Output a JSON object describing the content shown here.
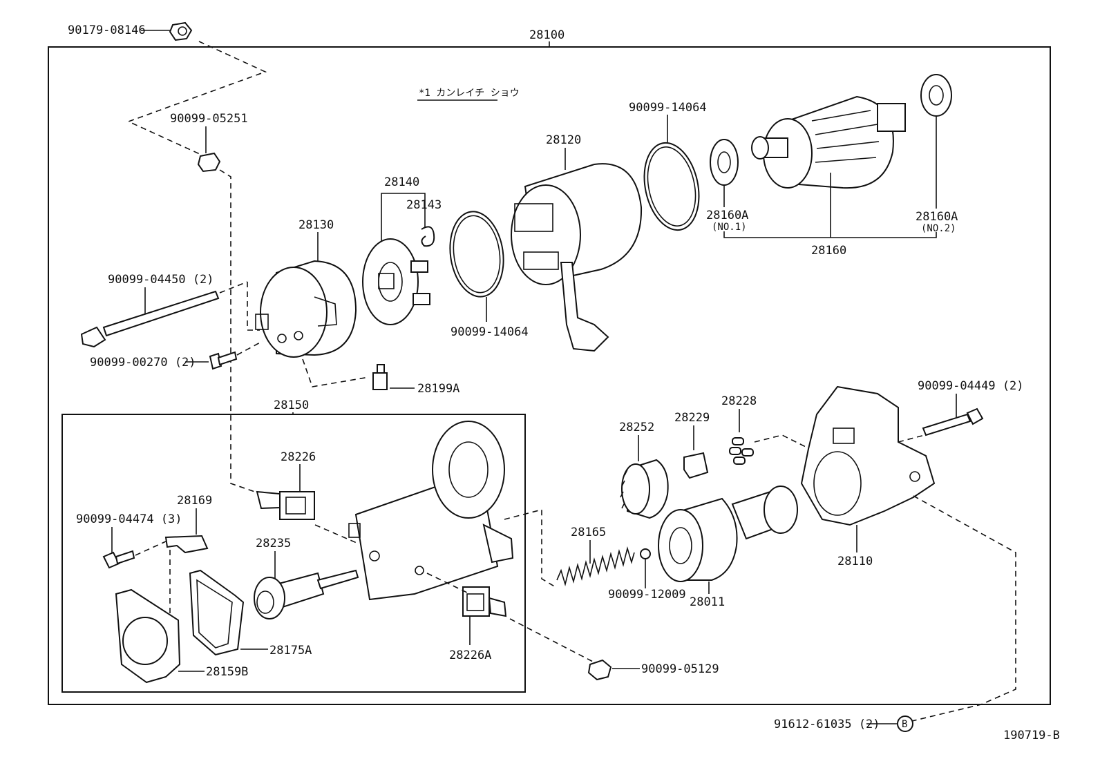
{
  "note": "*1 カンレイチ ショウ",
  "figure_code": "190719-B",
  "labels": {
    "n28100": "28100",
    "n90179_08146": "90179-08146",
    "n90099_05251": "90099-05251",
    "n28120": "28120",
    "n90099_14064_top": "90099-14064",
    "n28140": "28140",
    "n28143": "28143",
    "n28130": "28130",
    "n90099_04450": "90099-04450 (2)",
    "n90099_00270": "90099-00270 (2)",
    "n90099_14064_mid": "90099-14064",
    "n28199A": "28199A",
    "n28160A_1": "28160A",
    "n28160A_1_sub": "(NO.1)",
    "n28160A_2": "28160A",
    "n28160A_2_sub": "(NO.2)",
    "n28160": "28160",
    "n28150": "28150",
    "n28226": "28226",
    "n28169": "28169",
    "n90099_04474": "90099-04474 (3)",
    "n28235": "28235",
    "n28175A": "28175A",
    "n28159B": "28159B",
    "n28226A": "28226A",
    "n90099_05129": "90099-05129",
    "n28252": "28252",
    "n28229": "28229",
    "n28228": "28228",
    "n90099_04449": "90099-04449 (2)",
    "n28165": "28165",
    "n90099_12009": "90099-12009",
    "n28011": "28011",
    "n28110": "28110",
    "n91612_61035": "91612-61035 (2)",
    "callout_b": "B"
  }
}
